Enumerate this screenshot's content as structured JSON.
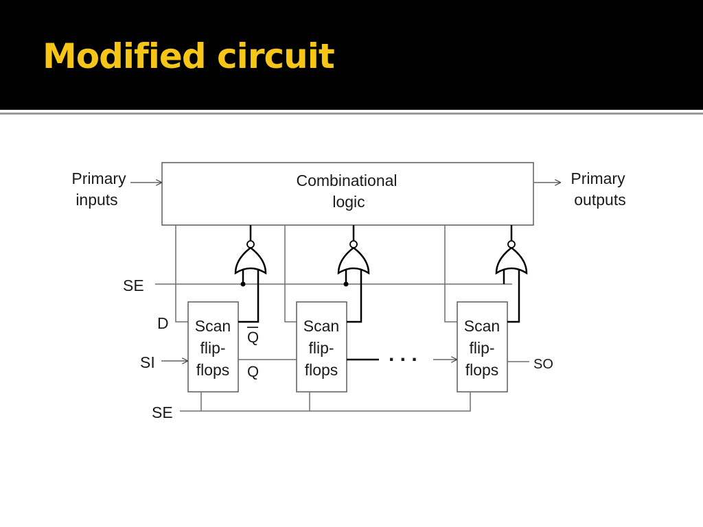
{
  "slide": {
    "title": "Modified circuit"
  },
  "diagram": {
    "combinational_logic": [
      "Combinational",
      "logic"
    ],
    "primary_inputs": [
      "Primary",
      "inputs"
    ],
    "primary_outputs": [
      "Primary",
      "outputs"
    ],
    "signals": {
      "se_top": "SE",
      "d": "D",
      "si": "SI",
      "se_bottom": "SE",
      "q_bar": "Q",
      "q": "Q",
      "so": "SO",
      "ellipsis": ". . ."
    },
    "flip_flops": [
      {
        "lines": [
          "Scan",
          "flip-",
          "flops"
        ]
      },
      {
        "lines": [
          "Scan",
          "flip-",
          "flops"
        ]
      },
      {
        "lines": [
          "Scan",
          "flip-",
          "flops"
        ]
      }
    ]
  }
}
